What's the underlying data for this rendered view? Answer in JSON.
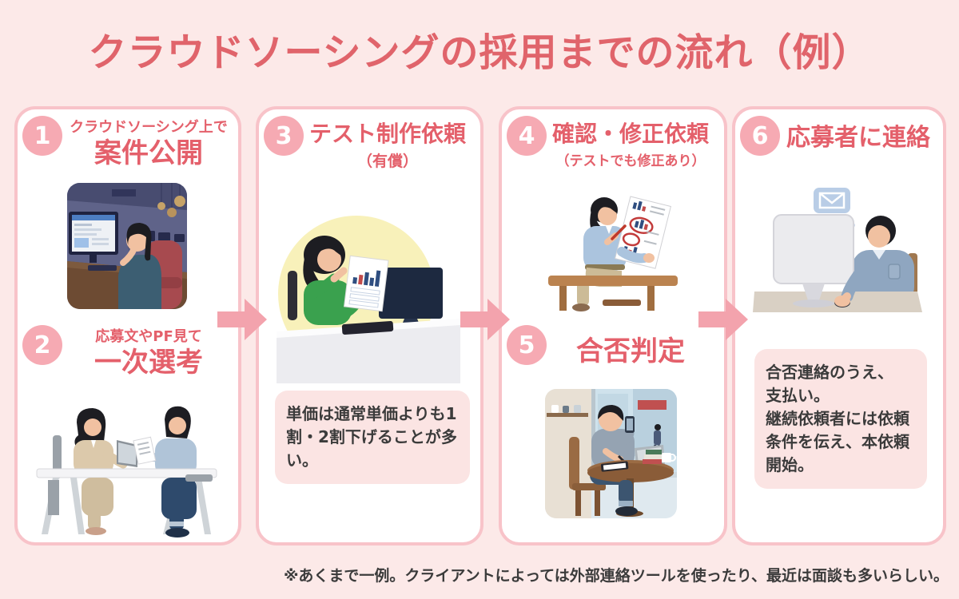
{
  "title": "クラウドソーシングの採用までの流れ（例）",
  "footnote": "※あくまで一例。クライアントによっては外部連絡ツールを使ったり、最近は面談も多いらしい。",
  "colors": {
    "background": "#fce9e8",
    "card_border": "#f8c3c9",
    "accent_text": "#e4606b",
    "badge_bg": "#f6aab3",
    "arrow": "#f3a3ad",
    "note_bg": "#fbe4e3",
    "dark_text": "#3b3b3b"
  },
  "steps": {
    "s1": {
      "number": "1",
      "subtitle": "クラウドソーシング上で",
      "title": "案件公開",
      "illustration": "woman-browsing-office-computer"
    },
    "s2": {
      "number": "2",
      "subtitle": "応募文やPF見て",
      "title": "一次選考",
      "illustration": "two-people-reviewing-applications"
    },
    "s3": {
      "number": "3",
      "title": "テスト制作依頼",
      "note_under": "（有償）",
      "illustration": "woman-checking-test-work-at-desk"
    },
    "s4": {
      "number": "4",
      "title": "確認・修正依頼",
      "note_under": "（テストでも修正あり）",
      "illustration": "woman-marking-revisions-on-document"
    },
    "s5": {
      "number": "5",
      "title": "合否判定",
      "illustration": "man-deciding-at-cafe-with-phone"
    },
    "s6": {
      "number": "6",
      "title": "応募者に連絡",
      "illustration": "man-emailing-applicant-at-computer"
    }
  },
  "notes": {
    "test_price": "単価は通常単価よりも1割・2割下げることが多い。",
    "final_contact": "合否連絡のうえ、\n支払い。\n継続依頼者には依頼条件を伝え、本依頼開始。"
  }
}
